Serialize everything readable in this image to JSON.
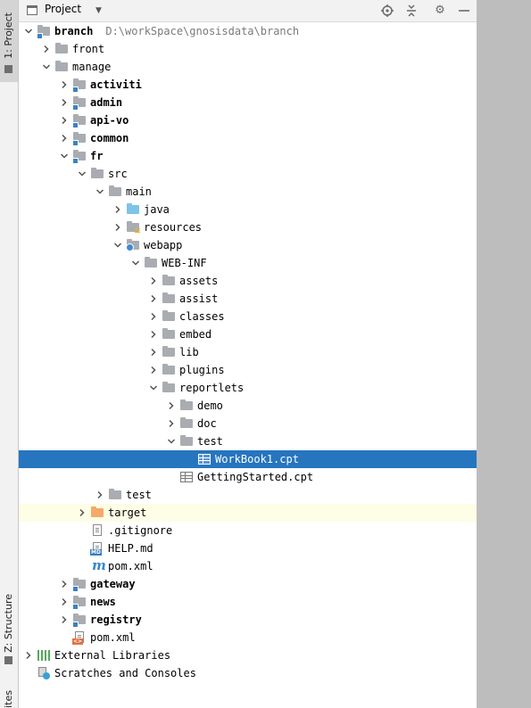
{
  "side_tabs": {
    "project": "1: Project",
    "structure": "Z: Structure",
    "favorites": "ites"
  },
  "toolbar": {
    "title": "Project",
    "dropdown_icon": "chevron-down-icon",
    "locate_icon": "crosshair-icon",
    "collapse_icon": "collapse-all-icon",
    "settings_icon": "gear-icon",
    "hide_icon": "minimize-icon"
  },
  "tree": [
    {
      "label": "branch",
      "path": "D:\\workSpace\\gnosisdata\\branch",
      "depth": 0,
      "chevron": "down",
      "icon": "module-folder",
      "bold": true
    },
    {
      "label": "front",
      "depth": 1,
      "chevron": "right",
      "icon": "folder"
    },
    {
      "label": "manage",
      "depth": 1,
      "chevron": "down",
      "icon": "folder"
    },
    {
      "label": "activiti",
      "depth": 2,
      "chevron": "right",
      "icon": "module-folder",
      "bold": true
    },
    {
      "label": "admin",
      "depth": 2,
      "chevron": "right",
      "icon": "module-folder",
      "bold": true
    },
    {
      "label": "api-vo",
      "depth": 2,
      "chevron": "right",
      "icon": "module-folder",
      "bold": true
    },
    {
      "label": "common",
      "depth": 2,
      "chevron": "right",
      "icon": "module-folder",
      "bold": true
    },
    {
      "label": "fr",
      "depth": 2,
      "chevron": "down",
      "icon": "module-folder",
      "bold": true
    },
    {
      "label": "src",
      "depth": 3,
      "chevron": "down",
      "icon": "folder"
    },
    {
      "label": "main",
      "depth": 4,
      "chevron": "down",
      "icon": "folder"
    },
    {
      "label": "java",
      "depth": 5,
      "chevron": "right",
      "icon": "source-folder"
    },
    {
      "label": "resources",
      "depth": 5,
      "chevron": "right",
      "icon": "resources-folder"
    },
    {
      "label": "webapp",
      "depth": 5,
      "chevron": "down",
      "icon": "web-folder"
    },
    {
      "label": "WEB-INF",
      "depth": 6,
      "chevron": "down",
      "icon": "folder"
    },
    {
      "label": "assets",
      "depth": 7,
      "chevron": "right",
      "icon": "folder"
    },
    {
      "label": "assist",
      "depth": 7,
      "chevron": "right",
      "icon": "folder"
    },
    {
      "label": "classes",
      "depth": 7,
      "chevron": "right",
      "icon": "folder"
    },
    {
      "label": "embed",
      "depth": 7,
      "chevron": "right",
      "icon": "folder"
    },
    {
      "label": "lib",
      "depth": 7,
      "chevron": "right",
      "icon": "folder"
    },
    {
      "label": "plugins",
      "depth": 7,
      "chevron": "right",
      "icon": "folder"
    },
    {
      "label": "reportlets",
      "depth": 7,
      "chevron": "down",
      "icon": "folder"
    },
    {
      "label": "demo",
      "depth": 8,
      "chevron": "right",
      "icon": "folder"
    },
    {
      "label": "doc",
      "depth": 8,
      "chevron": "right",
      "icon": "folder"
    },
    {
      "label": "test",
      "depth": 8,
      "chevron": "down",
      "icon": "folder"
    },
    {
      "label": "WorkBook1.cpt",
      "depth": 9,
      "chevron": "none",
      "icon": "cpt-file",
      "selected": true
    },
    {
      "label": "GettingStarted.cpt",
      "depth": 8,
      "chevron": "none",
      "icon": "cpt-file"
    },
    {
      "label": "test",
      "depth": 4,
      "chevron": "right",
      "icon": "folder"
    },
    {
      "label": "target",
      "depth": 3,
      "chevron": "right",
      "icon": "excluded-folder",
      "highlighted": true
    },
    {
      "label": ".gitignore",
      "depth": 3,
      "chevron": "none",
      "icon": "text-file"
    },
    {
      "label": "HELP.md",
      "depth": 3,
      "chevron": "none",
      "icon": "markdown-file"
    },
    {
      "label": "pom.xml",
      "depth": 3,
      "chevron": "none",
      "icon": "maven-file"
    },
    {
      "label": "gateway",
      "depth": 2,
      "chevron": "right",
      "icon": "module-folder",
      "bold": true
    },
    {
      "label": "news",
      "depth": 2,
      "chevron": "right",
      "icon": "module-folder",
      "bold": true
    },
    {
      "label": "registry",
      "depth": 2,
      "chevron": "right",
      "icon": "module-folder",
      "bold": true
    },
    {
      "label": "pom.xml",
      "depth": 2,
      "chevron": "none",
      "icon": "xml-file"
    },
    {
      "label": "External Libraries",
      "depth": 0,
      "chevron": "right",
      "icon": "libraries"
    },
    {
      "label": "Scratches and Consoles",
      "depth": 0,
      "chevron": "none",
      "icon": "scratches"
    }
  ],
  "colors": {
    "selection": "#2675bf",
    "highlight_row": "#fefde6",
    "folder": "#a9acb0",
    "source_folder": "#7ec3e8",
    "excluded_folder": "#f5a96b",
    "module_badge": "#3a82c8",
    "right_panel": "#bdbdbd"
  }
}
